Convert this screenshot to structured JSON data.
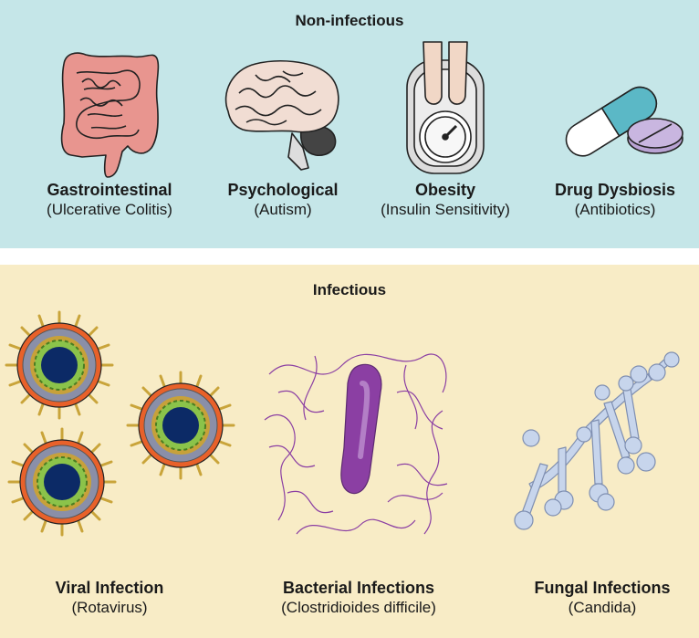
{
  "non_infectious": {
    "title": "Non-infectious",
    "items": [
      {
        "label": "Gastrointestinal",
        "sub": "(Ulcerative Colitis)",
        "icon": "intestine-icon"
      },
      {
        "label": "Psychological",
        "sub": "(Autism)",
        "icon": "brain-icon"
      },
      {
        "label": "Obesity",
        "sub": "(Insulin Sensitivity)",
        "icon": "scale-icon"
      },
      {
        "label": "Drug Dysbiosis",
        "sub": "(Antibiotics)",
        "icon": "pill-icon"
      }
    ]
  },
  "infectious": {
    "title": "Infectious",
    "items": [
      {
        "label": "Viral Infection",
        "sub": "(Rotavirus)",
        "icon": "virus-icon"
      },
      {
        "label": "Bacterial Infections",
        "sub": "(Clostridioides difficile)",
        "icon": "bacterium-icon"
      },
      {
        "label": "Fungal Infections",
        "sub": "(Candida)",
        "icon": "fungus-icon"
      }
    ]
  },
  "colors": {
    "top_bg": "#c5e6e8",
    "bottom_bg": "#f8ecc6",
    "intestine": "#e8958f",
    "brain": "#f1ddd3",
    "bacterium": "#8b3fa3",
    "fungus": "#c7d5ec",
    "virus_core": "#0c2a66"
  }
}
